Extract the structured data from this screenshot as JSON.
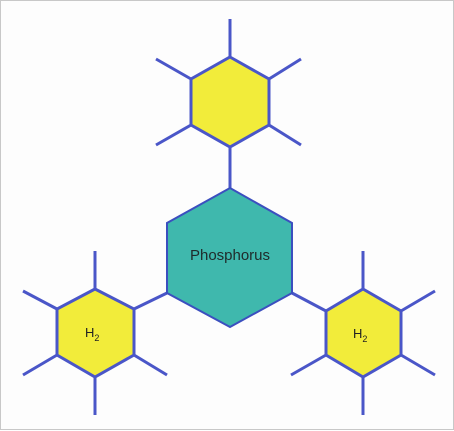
{
  "center": {
    "label": "Phosphorus",
    "fill": "#3fb8ad",
    "stroke": "#3b4fbf"
  },
  "rings": [
    {
      "id": "top",
      "label": "",
      "sub": ""
    },
    {
      "id": "left",
      "label": "H",
      "sub": "2"
    },
    {
      "id": "right",
      "label": "H",
      "sub": "2"
    }
  ],
  "ring_fill": "#f2ec3a",
  "bond_color": "#4a56c8"
}
